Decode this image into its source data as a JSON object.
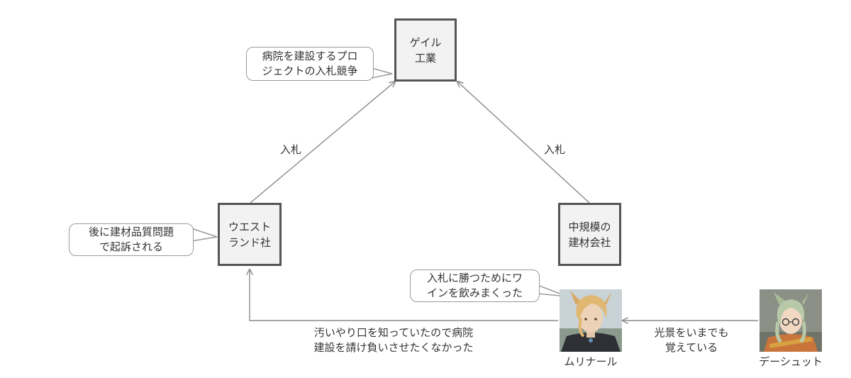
{
  "nodes": {
    "gail": "ゲイル\n工業",
    "westland": "ウエスト\nランド社",
    "midsize": "中規模の\n建材会社"
  },
  "callouts": {
    "gail_note": "病院を建設するプロ\nジェクトの入札競争",
    "westland_note": "後に建材品質問題\nで起訴される",
    "murinal_note": "入札に勝つためにワ\nインを飲みまくった"
  },
  "edges": {
    "westland_to_gail": "入札",
    "midsize_to_gail": "入札",
    "murinal_to_westland": "汚いやり口を知っていたので病院\n建設を請け負いさせたくなかった",
    "dashut_to_murinal": "光景をいまでも\n覚えている"
  },
  "characters": {
    "murinal": "ムリナール",
    "dashut": "デーシュット"
  },
  "colors": {
    "box_fill": "#f2f2f2",
    "box_border": "#555555",
    "line": "#8a8a8a",
    "text": "#333333"
  }
}
